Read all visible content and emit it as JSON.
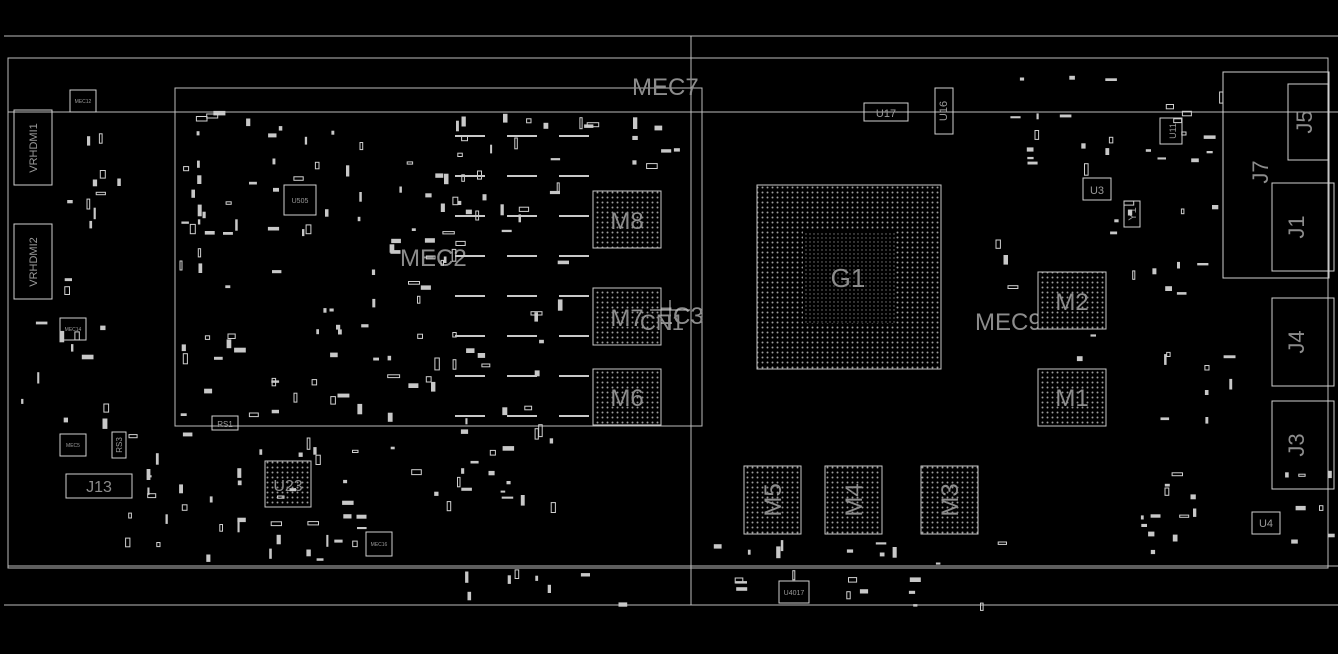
{
  "viewer": {
    "background": "#000000",
    "outline_color": "#c8c8c8",
    "label_color": "#8c8c8c"
  },
  "zones": {
    "mec7": "MEC7",
    "mec2": "MEC2",
    "mec3": "MEC3",
    "mec9": "MEC9"
  },
  "components": {
    "g1": "G1",
    "m1": "M1",
    "m2": "M2",
    "m3": "M3",
    "m4": "M4",
    "m5": "M5",
    "m6": "M6",
    "m7": "M7",
    "m8": "M8",
    "u23": "U23",
    "j13": "J13",
    "j1": "J1",
    "j3": "J3",
    "j4": "J4",
    "j5": "J5",
    "j7": "J7",
    "u3": "U3",
    "u4": "U4",
    "u16": "U16",
    "u17": "U17",
    "y1": "Y1",
    "cn1": "CN1",
    "rs1": "RS1",
    "rs3": "RS3",
    "vrhdmi1": "VRHDMI1",
    "vrhdmi2": "VRHDMI2",
    "u505": "U505",
    "u4017": "U4017",
    "u11": "U11",
    "mec5": "MEC5",
    "mec12": "MEC12",
    "mec14": "MEC14",
    "mec16": "MEC16"
  }
}
